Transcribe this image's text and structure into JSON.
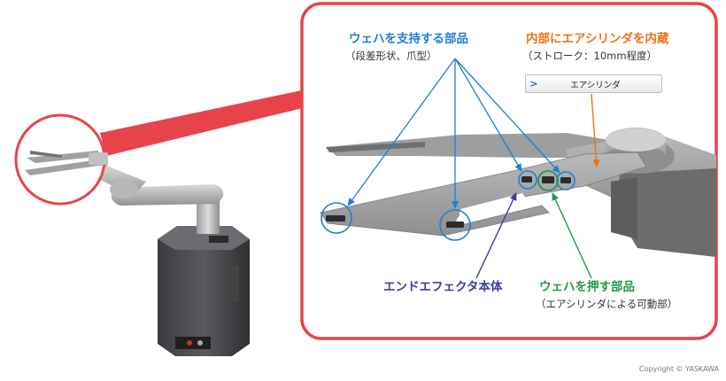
{
  "labels": {
    "wafer_support": "ウェハを支持する部品",
    "wafer_support_sub": "（段差形状、爪型）",
    "air_cylinder": "内部にエアシリンダを内蔵",
    "air_cylinder_sub": "（ストローク：10mm程度）",
    "end_effector": "エンドエフェクタ本体",
    "wafer_push": "ウェハを押す部品",
    "wafer_push_sub": "（エアシリンダによる可動部）"
  },
  "callout_button": {
    "label": "エアシリンダ",
    "chevron": "chevron-right-icon"
  },
  "copyright": "Copyright © YASKAWA",
  "colors": {
    "frame_red": "#e8434b",
    "blue": "#1f7fd4",
    "orange": "#f0701a",
    "navy": "#3d3f9c",
    "green": "#239a4b"
  }
}
